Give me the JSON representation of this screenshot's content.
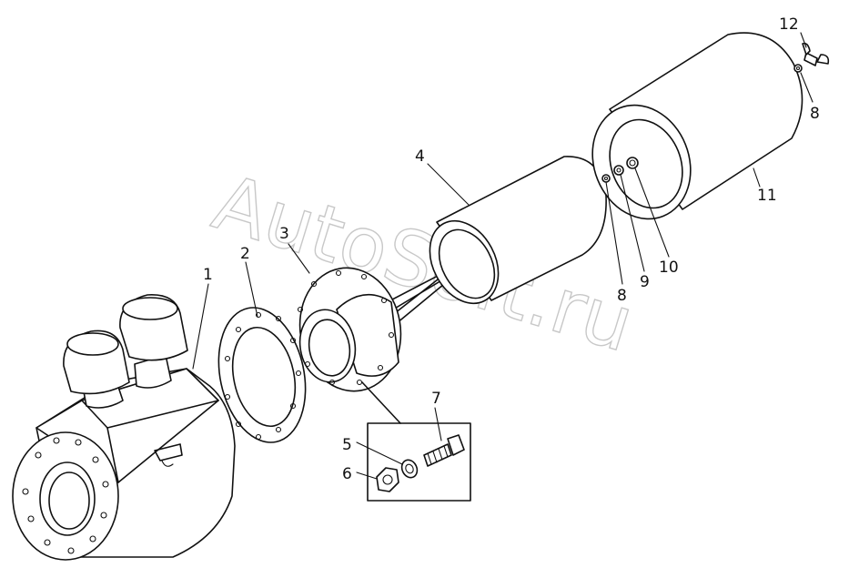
{
  "watermark": "AutoSoft.ru",
  "callouts": [
    {
      "id": "1",
      "text": "1"
    },
    {
      "id": "2",
      "text": "2"
    },
    {
      "id": "3",
      "text": "3"
    },
    {
      "id": "4",
      "text": "4"
    },
    {
      "id": "5",
      "text": "5"
    },
    {
      "id": "6",
      "text": "6"
    },
    {
      "id": "7",
      "text": "7"
    },
    {
      "id": "8a",
      "text": "8"
    },
    {
      "id": "8b",
      "text": "8"
    },
    {
      "id": "9",
      "text": "9"
    },
    {
      "id": "10",
      "text": "10"
    },
    {
      "id": "11",
      "text": "11"
    },
    {
      "id": "12",
      "text": "12"
    }
  ]
}
